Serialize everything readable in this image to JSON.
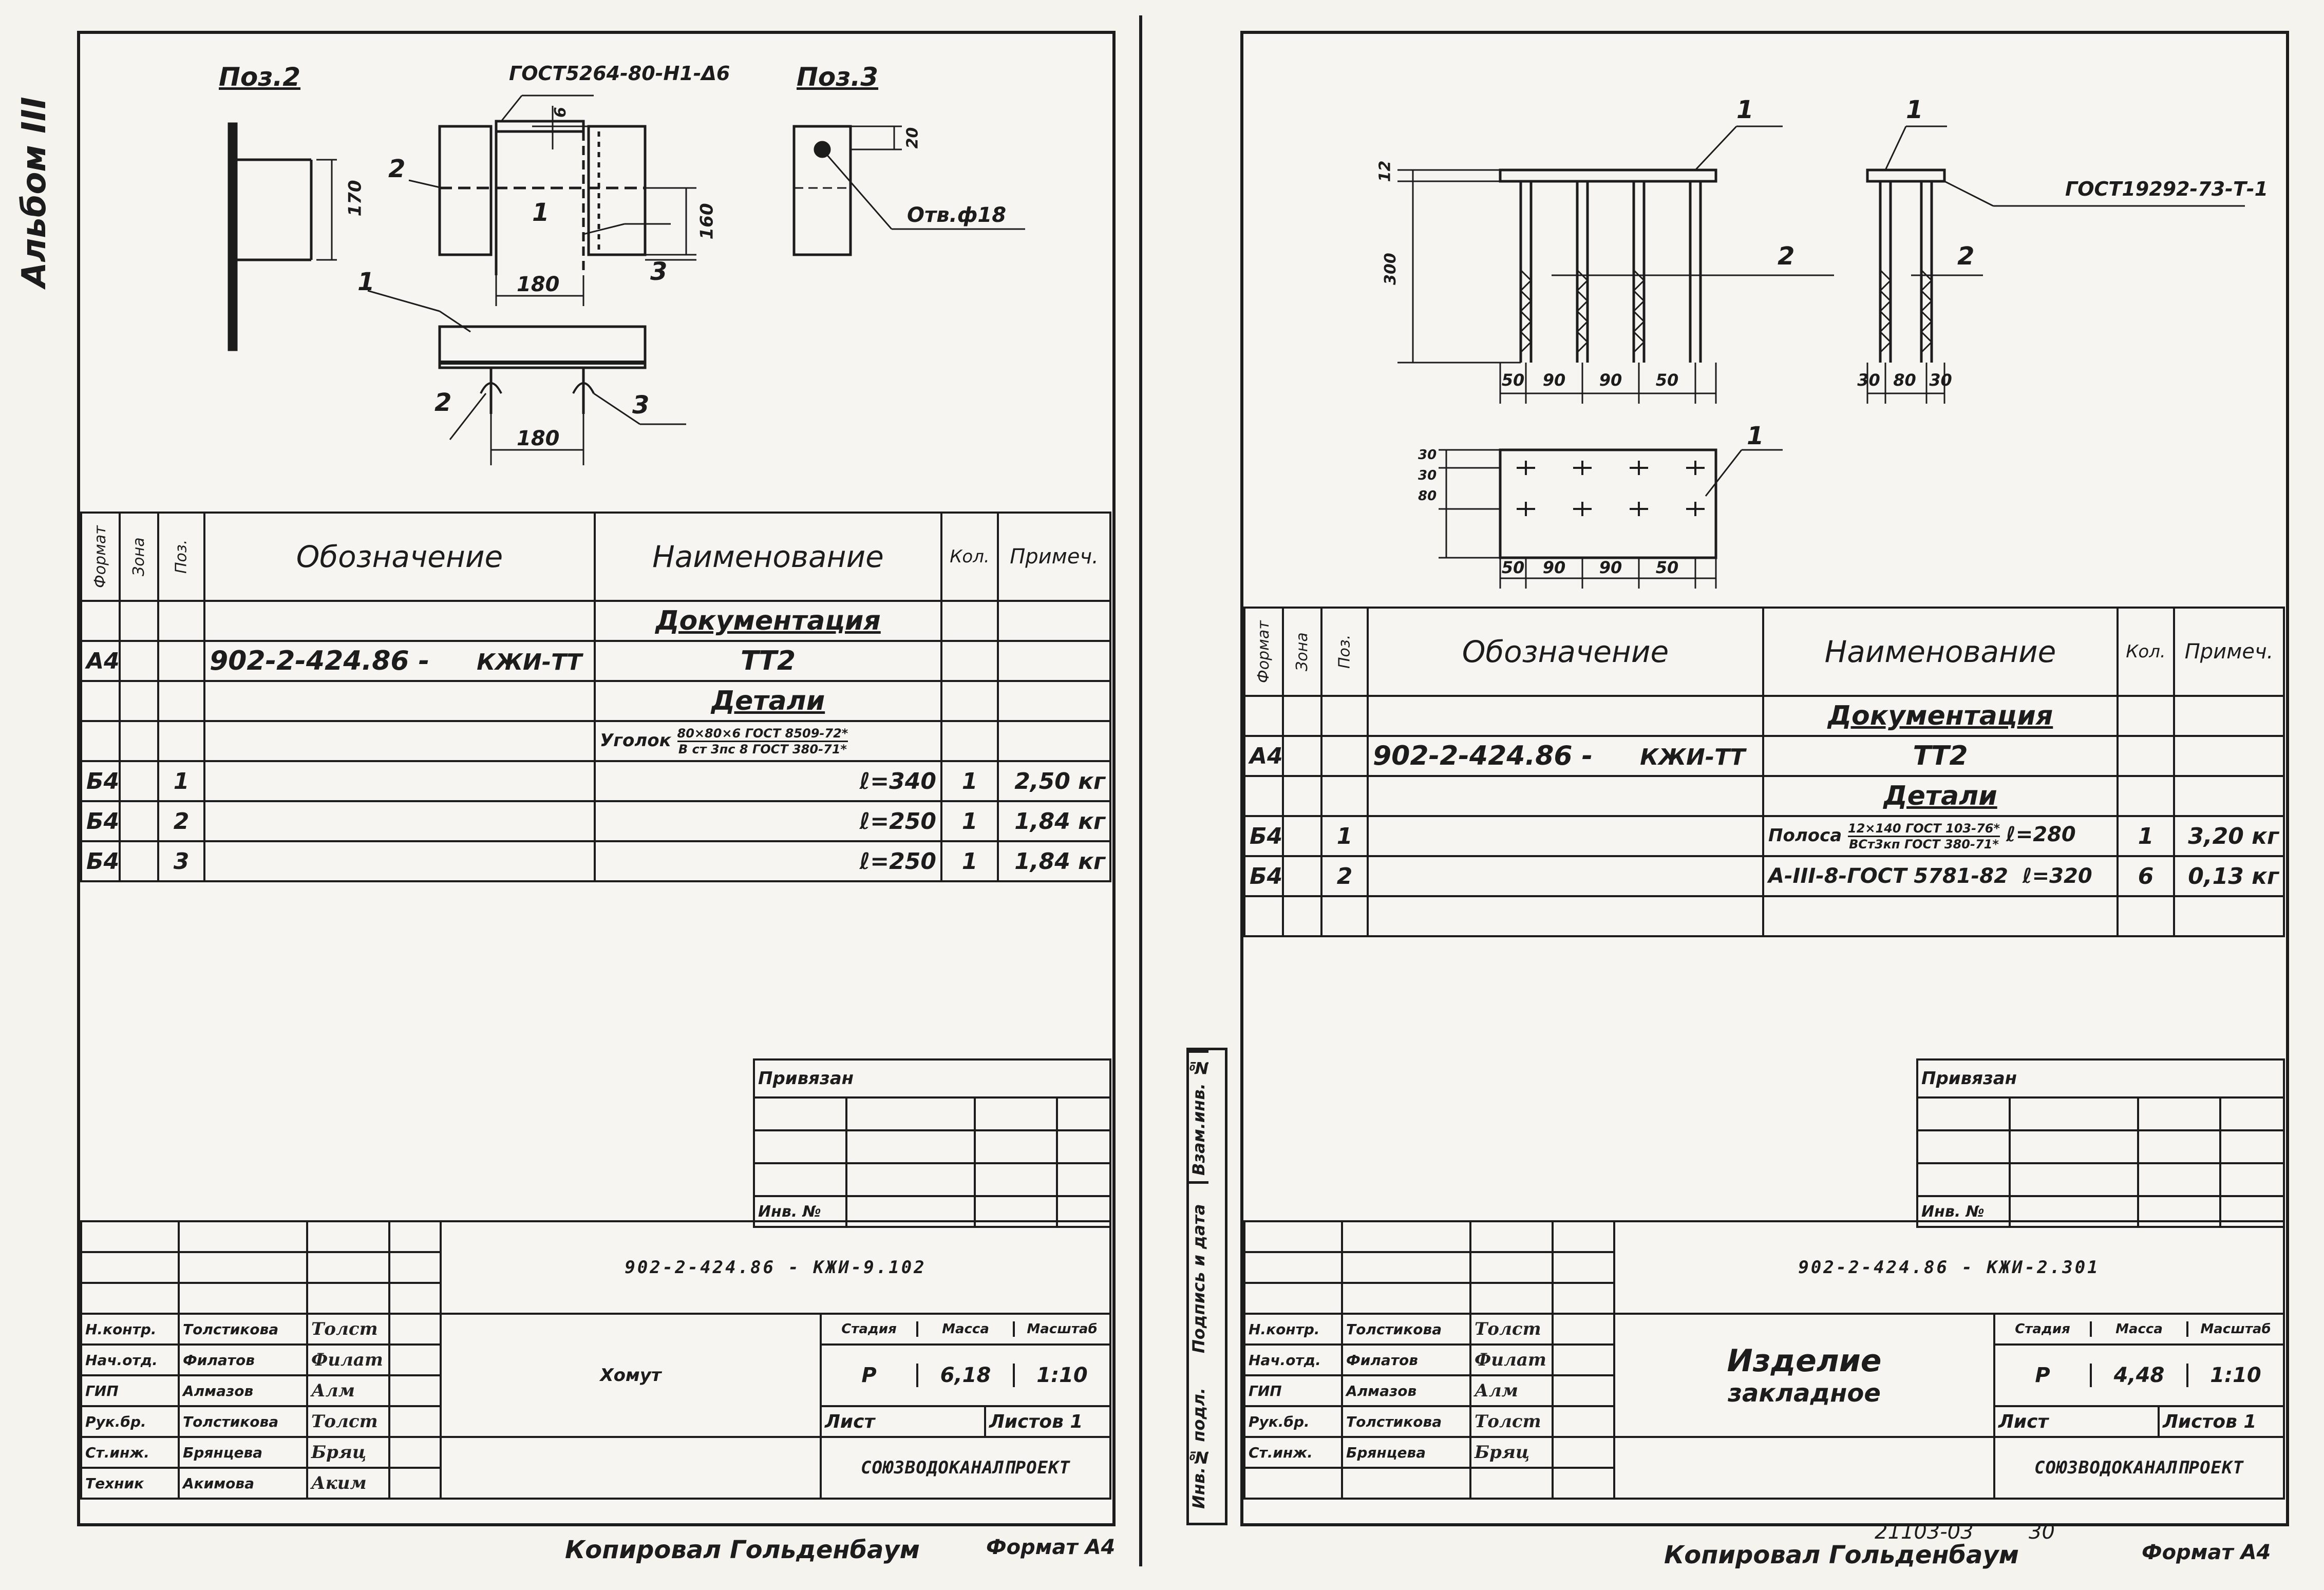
{
  "album_label": "Альбом III",
  "left_sheet": {
    "drawing": {
      "poz2_title": "Поз.2",
      "poz3_title": "Поз.3",
      "gost_weld": "ГОСТ5264-80-Н1-Δ6",
      "dim_170": "170",
      "dim_160": "160",
      "dim_180_top": "180",
      "dim_180_bottom": "180",
      "dim_20": "20",
      "dim_6": "6",
      "hole_label": "Отв.ф18",
      "callout_1": "1",
      "callout_2": "2",
      "callout_3": "3",
      "callout_1b": "1",
      "callout_2b": "2",
      "callout_3b": "3"
    },
    "spec": {
      "headers": {
        "format": "Формат",
        "zone": "Зона",
        "pos": "Поз.",
        "designation": "Обозначение",
        "name": "Наименование",
        "qty": "Кол.",
        "note": "Примеч."
      },
      "section_docs": "Документация",
      "doc_row": {
        "format": "А4",
        "designation_code": "902-2-424.86 -",
        "designation_suffix": "КЖИ-ТТ",
        "name": "ТТ2"
      },
      "section_parts": "Детали",
      "part_main": {
        "prefix": "Уголок",
        "top": "80×80×6 ГОСТ 8509-72*",
        "bottom": "В ст 3пс 8 ГОСТ 380-71*"
      },
      "rows": [
        {
          "format": "Б4",
          "pos": "1",
          "name": "ℓ=340",
          "qty": "1",
          "note": "2,50 кг"
        },
        {
          "format": "Б4",
          "pos": "2",
          "name": "ℓ=250",
          "qty": "1",
          "note": "1,84 кг"
        },
        {
          "format": "Б4",
          "pos": "3",
          "name": "ℓ=250",
          "qty": "1",
          "note": "1,84 кг"
        }
      ]
    },
    "binding": {
      "privyazan": "Привязан",
      "inv": "Инв. №"
    },
    "title_block": {
      "code": "902-2-424.86 - КЖИ-9.102",
      "name": "Хомут",
      "stage_label": "Стадия",
      "mass_label": "Масса",
      "scale_label": "Масштаб",
      "stage": "Р",
      "mass": "6,18",
      "scale": "1:10",
      "sheet_label": "Лист",
      "sheets_label": "Листов 1",
      "org": "СОЮЗВОДОКАНАЛПРОЕКТ",
      "roles": [
        {
          "role": "Н.контр.",
          "person": "Толстикова",
          "sig": "Толст"
        },
        {
          "role": "Нач.отд.",
          "person": "Филатов",
          "sig": "Филат"
        },
        {
          "role": "ГИП",
          "person": "Алмазов",
          "sig": "Алм"
        },
        {
          "role": "Рук.бр.",
          "person": "Толстикова",
          "sig": "Толст"
        },
        {
          "role": "Ст.инж.",
          "person": "Брянцева",
          "sig": "Бряц"
        },
        {
          "role": "Техник",
          "person": "Акимова",
          "sig": "Аким"
        }
      ]
    },
    "footer": {
      "copied": "Копировал Гольденбаум",
      "format": "Формат А4"
    }
  },
  "right_sheet": {
    "side_strip": {
      "inv_sub": "Взам.инв. №",
      "sign_date": "Подпись и дата",
      "inv_orig": "Инв.№ подл."
    },
    "drawing": {
      "callout_1a": "1",
      "callout_1b": "1",
      "callout_1c": "1",
      "callout_2a": "2",
      "callout_2b": "2",
      "gost_weld": "ГОСТ19292-73-Т-1",
      "dim_12": "12",
      "dim_300": "300",
      "dims_front": [
        "50",
        "90",
        "90",
        "50"
      ],
      "dims_side": [
        "30",
        "80",
        "30"
      ],
      "dims_plan_left": [
        "30",
        "30",
        "80"
      ],
      "dims_plan_bottom": [
        "50",
        "90",
        "90",
        "50"
      ]
    },
    "spec": {
      "headers": {
        "format": "Формат",
        "zone": "Зона",
        "pos": "Поз.",
        "designation": "Обозначение",
        "name": "Наименование",
        "qty": "Кол.",
        "note": "Примеч."
      },
      "section_docs": "Документация",
      "doc_row": {
        "format": "А4",
        "designation_code": "902-2-424.86 -",
        "designation_suffix": "КЖИ-ТТ",
        "name": "ТТ2"
      },
      "section_parts": "Детали",
      "rows": [
        {
          "format": "Б4",
          "pos": "1",
          "prefix": "Полоса",
          "top": "12×140 ГОСТ 103-76*",
          "bottom": "ВСт3кп ГОСТ 380-71*",
          "length": "ℓ=280",
          "qty": "1",
          "note": "3,20 кг"
        },
        {
          "format": "Б4",
          "pos": "2",
          "name": "А-III-8-ГОСТ 5781-82",
          "length": "ℓ=320",
          "qty": "6",
          "note": "0,13 кг"
        }
      ]
    },
    "binding": {
      "privyazan": "Привязан",
      "inv": "Инв. №"
    },
    "title_block": {
      "code": "902-2-424.86 - КЖИ-2.301",
      "name_line1": "Изделие",
      "name_line2": "закладное",
      "stage_label": "Стадия",
      "mass_label": "Масса",
      "scale_label": "Масштаб",
      "stage": "Р",
      "mass": "4,48",
      "scale": "1:10",
      "sheet_label": "Лист",
      "sheets_label": "Листов 1",
      "org": "СОЮЗВОДОКАНАЛПРОЕКТ",
      "roles": [
        {
          "role": "Н.контр.",
          "person": "Толстикова",
          "sig": "Толст"
        },
        {
          "role": "Нач.отд.",
          "person": "Филатов",
          "sig": "Филат"
        },
        {
          "role": "ГИП",
          "person": "Алмазов",
          "sig": "Алм"
        },
        {
          "role": "Рук.бр.",
          "person": "Толстикова",
          "sig": "Толст"
        },
        {
          "role": "Ст.инж.",
          "person": "Брянцева",
          "sig": "Бряц"
        }
      ]
    },
    "footer": {
      "copied": "Копировал Гольденбаум",
      "stamp": "21103-03",
      "page": "30",
      "format": "Формат А4"
    }
  }
}
